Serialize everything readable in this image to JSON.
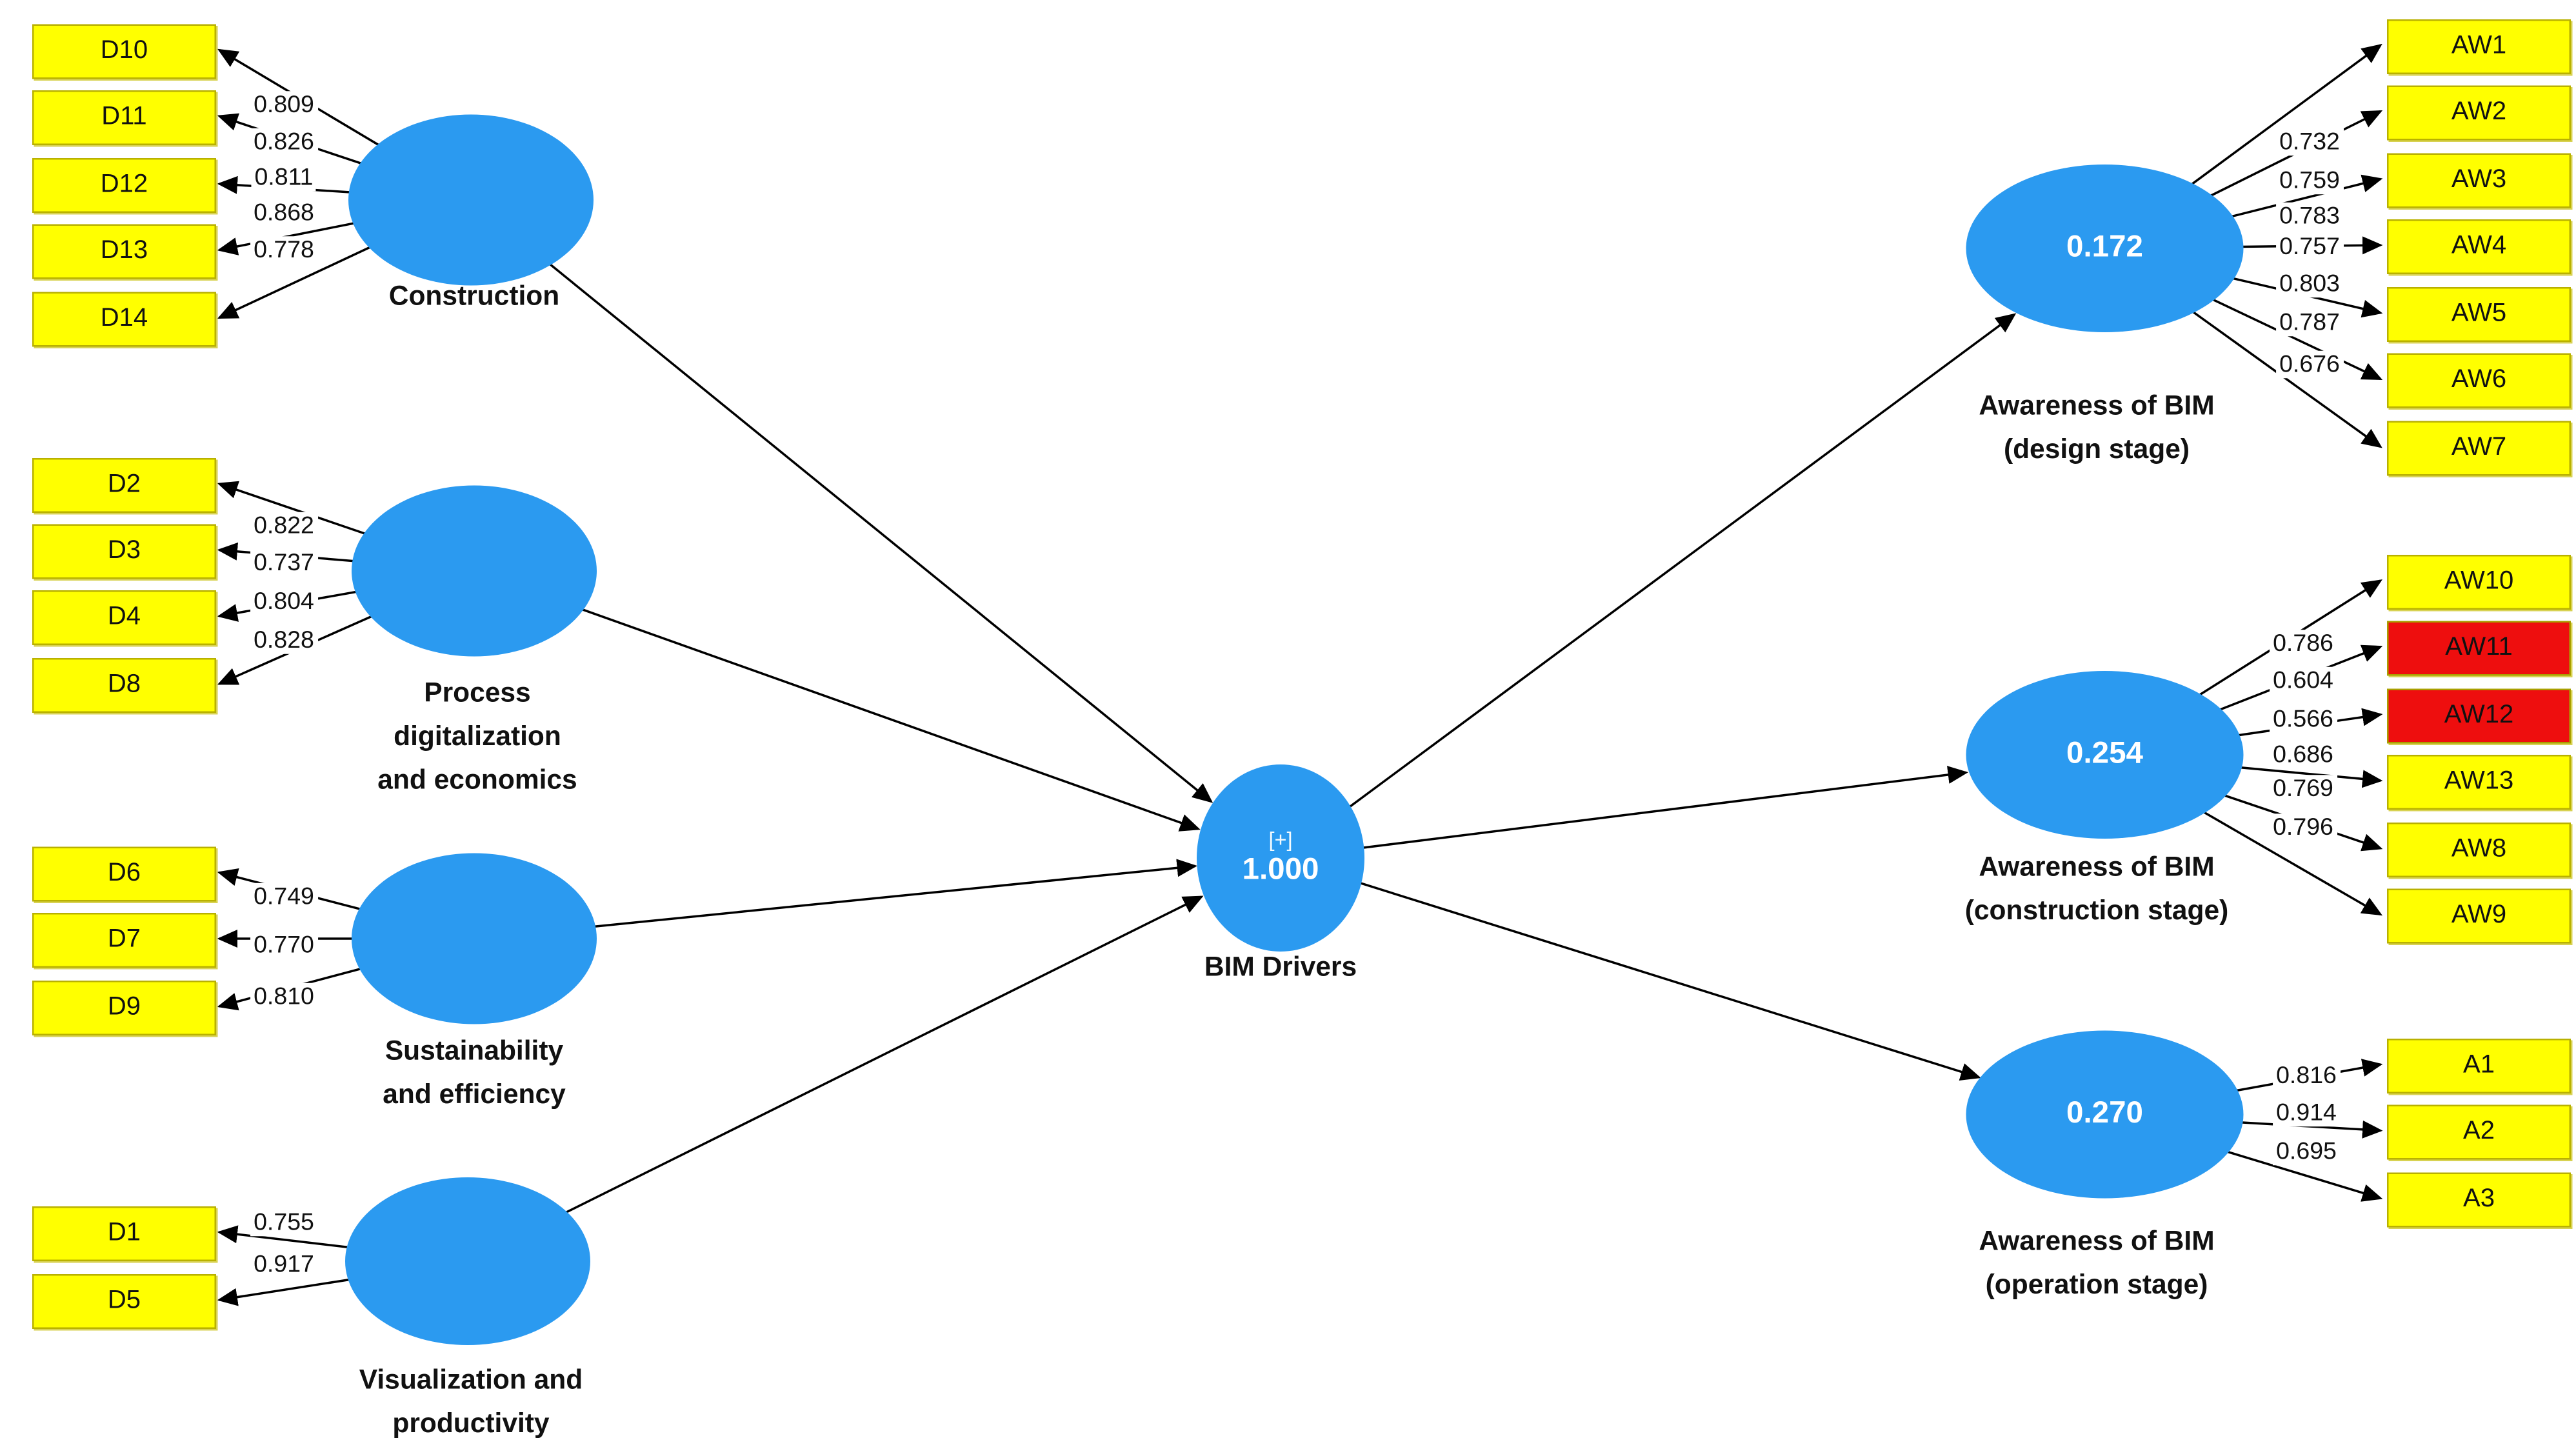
{
  "model": {
    "center": {
      "collapse_symbol": "[+]",
      "weight": "1.000",
      "label": "BIM Drivers"
    },
    "exogenous": [
      {
        "label": "Construction",
        "indicators": [
          {
            "label": "D10",
            "color": "yellow"
          },
          {
            "label": "D11",
            "color": "yellow"
          },
          {
            "label": "D12",
            "color": "yellow"
          },
          {
            "label": "D13",
            "color": "yellow"
          },
          {
            "label": "D14",
            "color": "yellow"
          }
        ],
        "loadings": [
          "0.809",
          "0.826",
          "0.811",
          "0.868",
          "0.778"
        ]
      },
      {
        "label": "Process\ndigitalization\nand economics",
        "indicators": [
          {
            "label": "D2",
            "color": "yellow"
          },
          {
            "label": "D3",
            "color": "yellow"
          },
          {
            "label": "D4",
            "color": "yellow"
          },
          {
            "label": "D8",
            "color": "yellow"
          }
        ],
        "loadings": [
          "0.822",
          "0.737",
          "0.804",
          "0.828"
        ]
      },
      {
        "label": "Sustainability\nand efficiency",
        "indicators": [
          {
            "label": "D6",
            "color": "yellow"
          },
          {
            "label": "D7",
            "color": "yellow"
          },
          {
            "label": "D9",
            "color": "yellow"
          }
        ],
        "loadings": [
          "0.749",
          "0.770",
          "0.810"
        ]
      },
      {
        "label": "Visualization and\nproductivity",
        "indicators": [
          {
            "label": "D1",
            "color": "yellow"
          },
          {
            "label": "D5",
            "color": "yellow"
          }
        ],
        "loadings": [
          "0.755",
          "0.917"
        ]
      }
    ],
    "endogenous": [
      {
        "value": "0.172",
        "label": "Awareness of BIM\n(design stage)",
        "indicators": [
          {
            "label": "AW1",
            "color": "yellow"
          },
          {
            "label": "AW2",
            "color": "yellow"
          },
          {
            "label": "AW3",
            "color": "yellow"
          },
          {
            "label": "AW4",
            "color": "yellow"
          },
          {
            "label": "AW5",
            "color": "yellow"
          },
          {
            "label": "AW6",
            "color": "yellow"
          },
          {
            "label": "AW7",
            "color": "yellow"
          }
        ],
        "loadings": [
          "0.732",
          "0.759",
          "0.783",
          "0.757",
          "0.803",
          "0.787",
          "0.676"
        ]
      },
      {
        "value": "0.254",
        "label": "Awareness of BIM\n(construction stage)",
        "indicators": [
          {
            "label": "AW10",
            "color": "yellow"
          },
          {
            "label": "AW11",
            "color": "red"
          },
          {
            "label": "AW12",
            "color": "red"
          },
          {
            "label": "AW13",
            "color": "yellow"
          },
          {
            "label": "AW8",
            "color": "yellow"
          },
          {
            "label": "AW9",
            "color": "yellow"
          }
        ],
        "loadings": [
          "0.786",
          "0.604",
          "0.566",
          "0.686",
          "0.769",
          "0.796"
        ]
      },
      {
        "value": "0.270",
        "label": "Awareness of BIM\n(operation stage)",
        "indicators": [
          {
            "label": "A1",
            "color": "yellow"
          },
          {
            "label": "A2",
            "color": "yellow"
          },
          {
            "label": "A3",
            "color": "yellow"
          }
        ],
        "loadings": [
          "0.816",
          "0.914",
          "0.695"
        ]
      }
    ],
    "colors": {
      "latent_fill": "#2b9af0",
      "indicator_yellow": "#ffff00",
      "indicator_red": "#ee0e0e",
      "connector": "#000000"
    }
  }
}
